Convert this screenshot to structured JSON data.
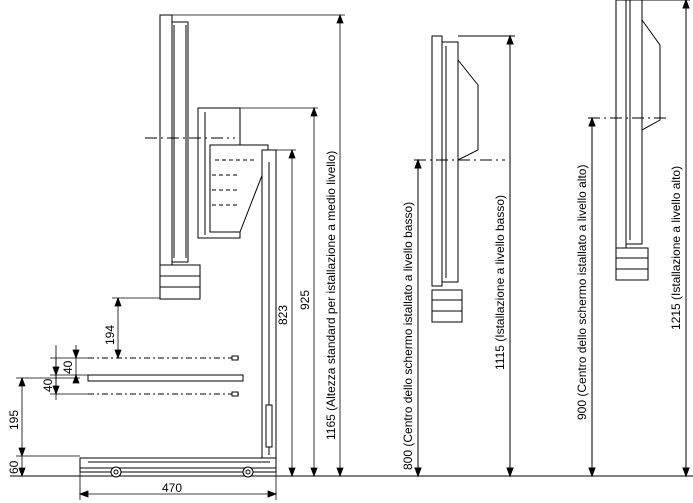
{
  "dimensions": {
    "d60": "60",
    "d195": "195",
    "d40a": "40",
    "d40b": "40",
    "d194": "194",
    "d823": "823",
    "d925": "925",
    "d1165": "1165 (Altezza standard per istallazione a medio livello)",
    "d800": "800 (Centro dello schermo istallato a livello basso)",
    "d1115": "1115 (Istallazione a livello basso)",
    "d900": "900 (Centro dello schermo istallato a livello alto)",
    "d1215": "1215 (Istallazione a livello alto)",
    "d470": "470"
  }
}
